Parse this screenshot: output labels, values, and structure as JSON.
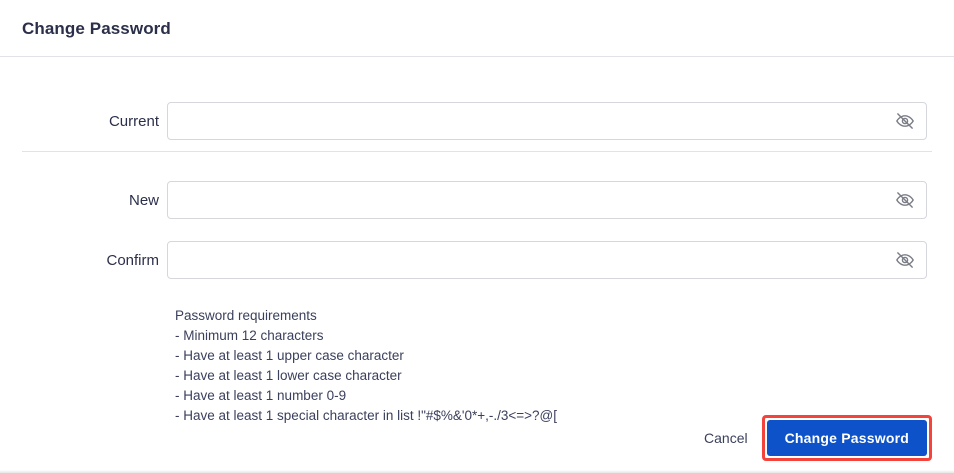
{
  "header": {
    "title": "Change Password"
  },
  "form": {
    "fields": [
      {
        "label": "Current",
        "value": "",
        "placeholder": "",
        "toggle_icon": "eye-off-icon"
      },
      {
        "label": "New",
        "value": "",
        "placeholder": "",
        "toggle_icon": "eye-off-icon"
      },
      {
        "label": "Confirm",
        "value": "",
        "placeholder": "",
        "toggle_icon": "eye-off-icon"
      }
    ]
  },
  "requirements": {
    "heading": "Password requirements",
    "lines": [
      "- Minimum 12 characters",
      "- Have at least 1 upper case character",
      "- Have at least 1 lower case character",
      "- Have at least 1 number 0-9",
      "- Have at least 1 special character in list !\"#$%&'0*+,-./3<=>?@["
    ]
  },
  "actions": {
    "cancel_label": "Cancel",
    "submit_label": "Change Password"
  },
  "colors": {
    "primary": "#0d52c9",
    "highlight": "#f4433a",
    "text": "#2b2f4a",
    "divider": "#e2e3e8",
    "input_border": "#d5d7dd",
    "icon": "#7a7d86"
  }
}
